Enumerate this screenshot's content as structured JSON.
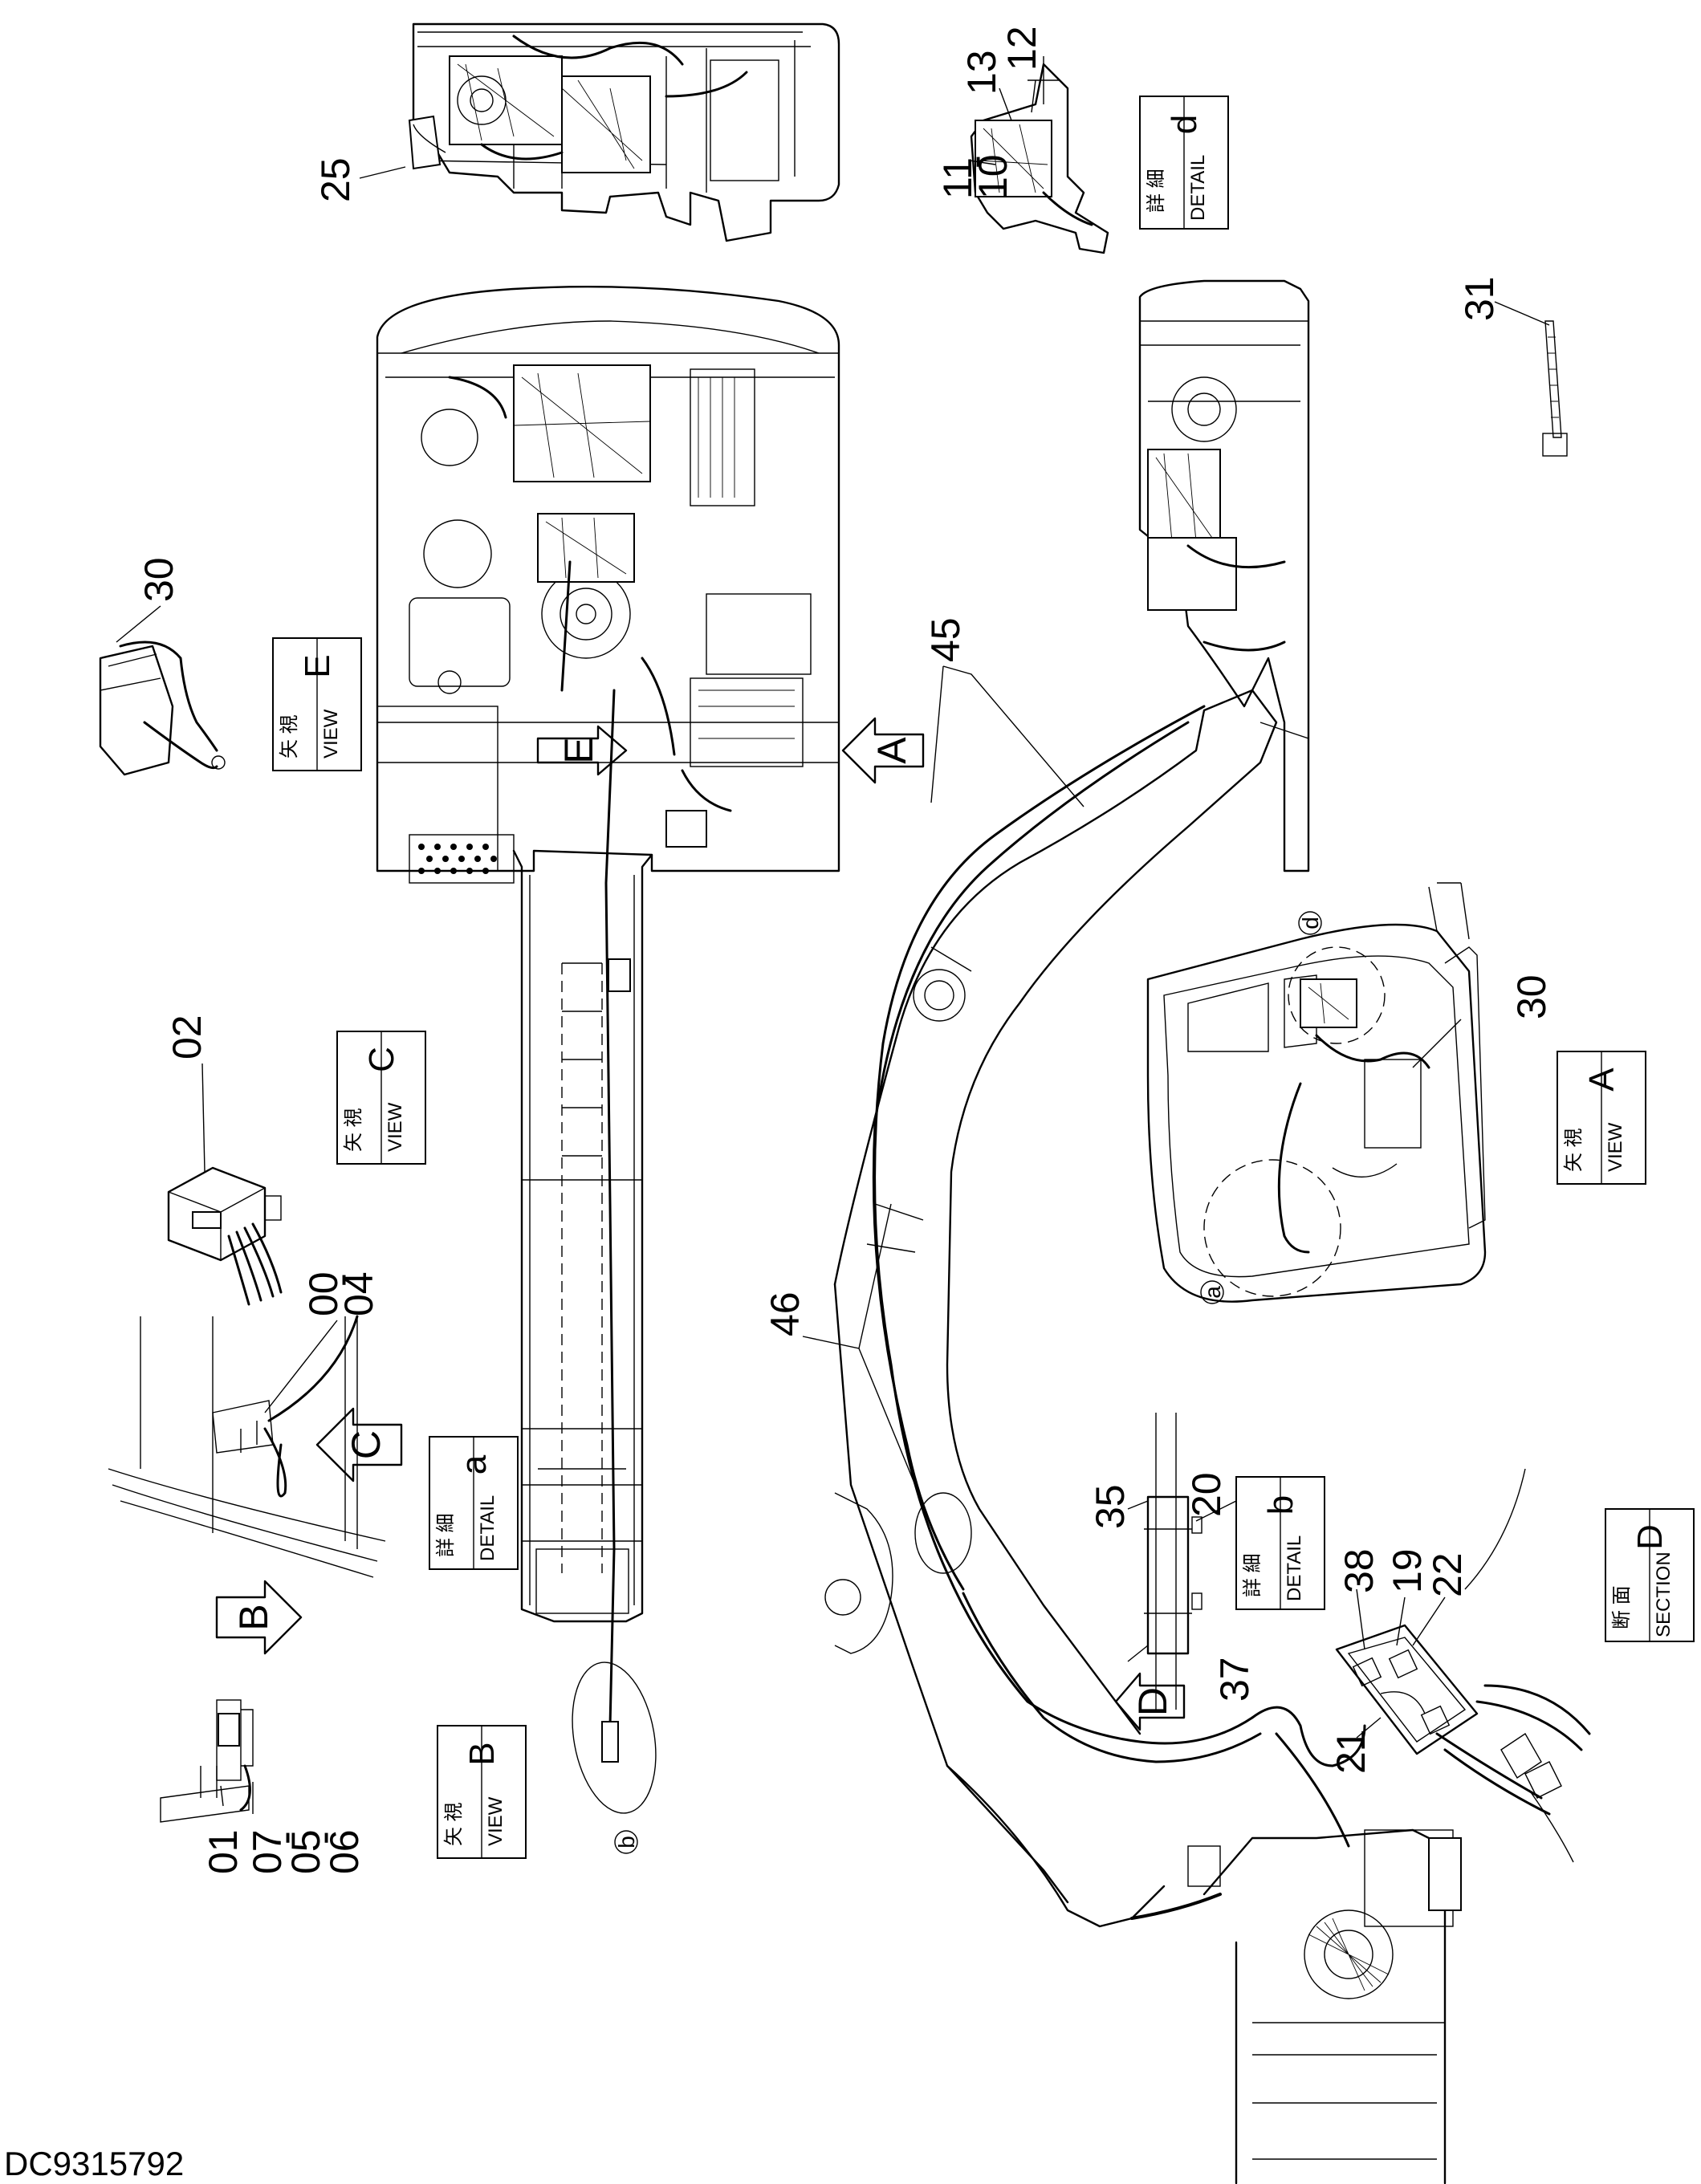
{
  "drawing_id": "DC9315792",
  "part_numbers": {
    "n00": "00",
    "n01": "01",
    "n02": "02",
    "n04": "04",
    "n05": "05",
    "n06": "06",
    "n07": "07",
    "n10": "10",
    "n11": "11",
    "n12": "12",
    "n13": "13",
    "n19": "19",
    "n20": "20",
    "n21": "21",
    "n22": "22",
    "n25": "25",
    "n30": "30",
    "n31": "31",
    "n35": "35",
    "n37": "37",
    "n38": "38",
    "n45": "45",
    "n46": "46",
    "range_dash": "-"
  },
  "view_boxes": {
    "jp_view": "矢 視",
    "en_view": "VIEW",
    "jp_detail": "詳 細",
    "en_detail": "DETAIL",
    "jp_section": "断 面",
    "en_section": "SECTION",
    "letters": {
      "A": "A",
      "B": "B",
      "C": "C",
      "D": "D",
      "E": "E",
      "a": "a",
      "b": "b",
      "d": "d"
    }
  }
}
